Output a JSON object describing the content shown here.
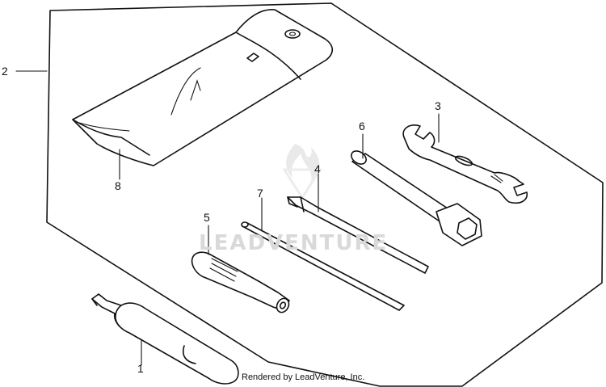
{
  "callouts": {
    "c1": "1",
    "c2": "2",
    "c3": "3",
    "c4": "4",
    "c5": "5",
    "c6": "6",
    "c7": "7",
    "c8": "8"
  },
  "watermark": "LEADVENTURE",
  "credit": "Rendered by LeadVenture, Inc.",
  "icons": {
    "logo": "flame-logo-watermark"
  }
}
